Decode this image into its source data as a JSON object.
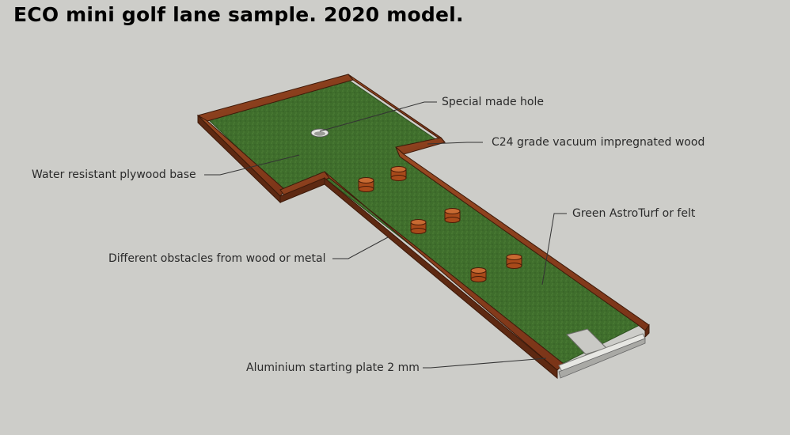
{
  "title": "ECO mini golf lane sample. 2020 model.",
  "annotations": {
    "hole": "Special made hole",
    "wood": "C24 grade vacuum impregnated wood",
    "base": "Water resistant plywood base",
    "turf": "Green AstroTurf or felt",
    "obstacles": "Different obstacles from wood or metal",
    "plate": "Aluminium starting plate 2 mm"
  },
  "colors": {
    "background": "#cdcdc9",
    "turf": "#3f6e2c",
    "wood": "#8a3f1e",
    "obstacle": "#b5541f",
    "plate": "#c8c8c4"
  }
}
